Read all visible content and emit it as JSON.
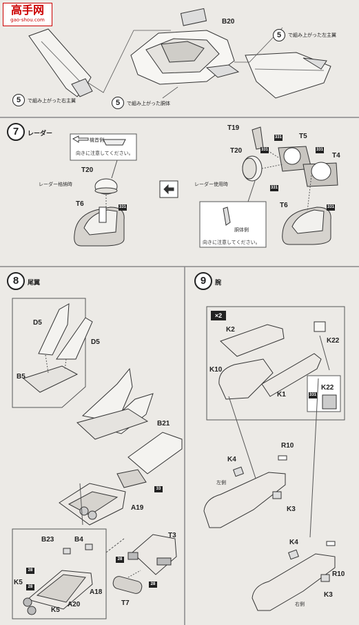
{
  "watermark": {
    "logo_text": "高手网",
    "url": "gao-shou.com"
  },
  "step5": {
    "part_b20": "B20",
    "note_left_wing": "で組み上がった右主翼",
    "note_right_wing": "で組み上がった左主翼",
    "note_body": "で組み上がった胴体",
    "ref_num": "5"
  },
  "step7": {
    "num": "7",
    "title": "レーダー",
    "note_top_label": "機首側",
    "note_top_caution": "向きに注意してください。",
    "stored_label": "レーダー格納時",
    "deployed_label": "レーダー使用時",
    "note_bottom_label": "胴体側",
    "note_bottom_caution": "向きに注意してください。",
    "parts": {
      "t20a": "T20",
      "t6a": "T6",
      "t19": "T19",
      "t20b": "T20",
      "t5": "T5",
      "t4": "T4",
      "t6b": "T6"
    },
    "badges": [
      "331"
    ]
  },
  "step8": {
    "num": "8",
    "title": "尾翼",
    "parts": {
      "d5a": "D5",
      "d5b": "D5",
      "b5": "B5",
      "b21": "B21",
      "a19": "A19",
      "b23": "B23",
      "b4": "B4",
      "t3": "T3",
      "a18": "A18",
      "k5a": "K5",
      "a20": "A20",
      "k5b": "K5",
      "t7": "T7"
    },
    "badge_a": "28",
    "badge_b": "33"
  },
  "step9": {
    "num": "9",
    "title": "腕",
    "multiplier": "×2",
    "parts": {
      "k2": "K2",
      "k22a": "K22",
      "k10": "K10",
      "k1": "K1",
      "k22b": "K22",
      "k4a": "K4",
      "r10a": "R10",
      "k3a": "K3",
      "k4b": "K4",
      "r10b": "R10",
      "k3b": "K3"
    },
    "left_side": "左側",
    "right_side": "右側",
    "badge": "331"
  }
}
